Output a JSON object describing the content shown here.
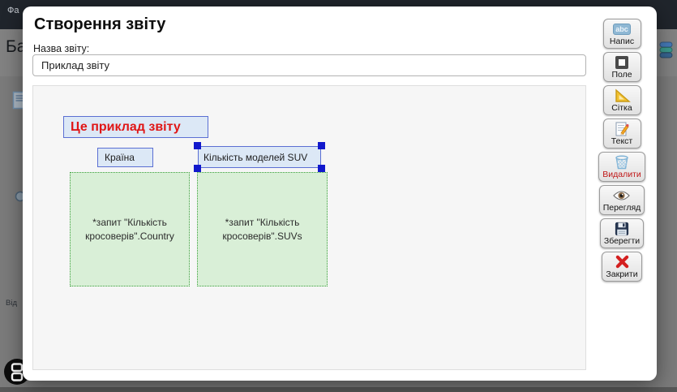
{
  "background": {
    "menu_item": "Фа",
    "page_heading": "Ба",
    "side_label": "Від"
  },
  "dialog": {
    "title": "Створення звіту",
    "name_label": "Назва звіту:",
    "name_value": "Приклад звіту",
    "canvas": {
      "title_text": "Це приклад звіту",
      "label_country": "Країна",
      "label_suv": "Кількість моделей SUV",
      "field_country": "*запит \"Кількість кросоверів\".Country",
      "field_suvs": "*запит \"Кількість кросоверів\".SUVs"
    },
    "toolbar": [
      {
        "label": "Напис",
        "icon": "abc-icon",
        "glyph": "abc"
      },
      {
        "label": "Поле",
        "icon": "field-square-icon"
      },
      {
        "label": "Сітка",
        "icon": "set-square-icon"
      },
      {
        "label": "Текст",
        "icon": "text-edit-icon"
      },
      {
        "label": "Видалити",
        "icon": "trash-icon"
      },
      {
        "label": "Перегляд",
        "icon": "eye-icon"
      },
      {
        "label": "Зберегти",
        "icon": "save-icon"
      },
      {
        "label": "Закрити",
        "icon": "close-icon"
      }
    ],
    "colors": {
      "accent_blue_border": "#5b6fd3",
      "accent_blue_bg": "#dce8f6",
      "selection_handle": "#1118cc",
      "field_green_bg": "#d9efd7",
      "field_green_border": "#3aa03a",
      "title_red": "#e01616",
      "delete_red": "#c01616"
    }
  }
}
